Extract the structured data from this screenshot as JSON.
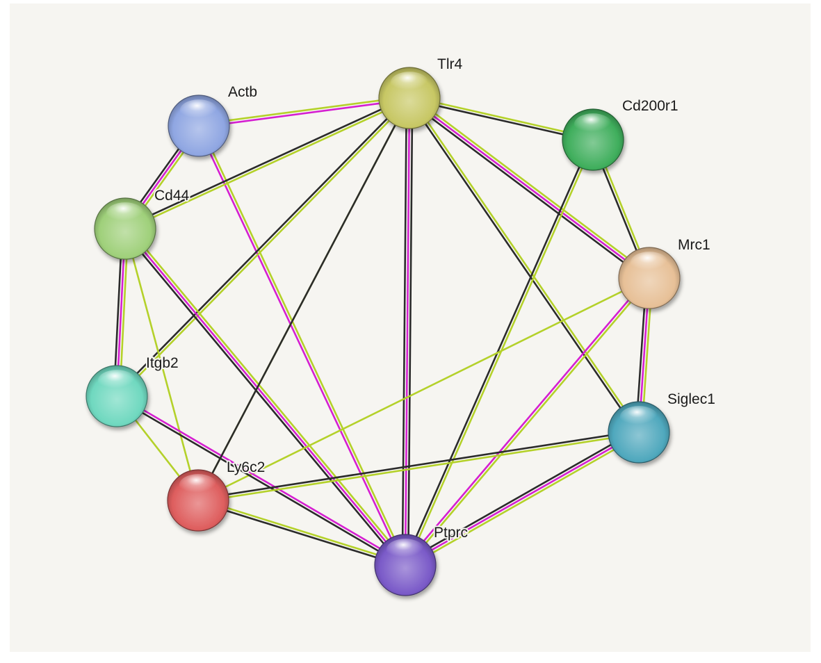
{
  "network": {
    "nodes": [
      {
        "id": "actb",
        "label": "Actb",
        "color": "#8fa6e2"
      },
      {
        "id": "tlr4",
        "label": "Tlr4",
        "color": "#c7c764"
      },
      {
        "id": "cd200r1",
        "label": "Cd200r1",
        "color": "#3fae5c"
      },
      {
        "id": "cd44",
        "label": "Cd44",
        "color": "#9fd07a"
      },
      {
        "id": "mrc1",
        "label": "Mrc1",
        "color": "#e7c097"
      },
      {
        "id": "itgb2",
        "label": "Itgb2",
        "color": "#6fd8bf"
      },
      {
        "id": "siglec1",
        "label": "Siglec1",
        "color": "#4fa8bd"
      },
      {
        "id": "ly6c2",
        "label": "Ly6c2",
        "color": "#de5e5e"
      },
      {
        "id": "ptprc",
        "label": "Ptprc",
        "color": "#7a5ac8"
      }
    ],
    "edges": [
      {
        "source": "actb",
        "target": "tlr4",
        "types": [
          "lime",
          "magenta"
        ]
      },
      {
        "source": "actb",
        "target": "cd44",
        "types": [
          "lime",
          "magenta",
          "black"
        ]
      },
      {
        "source": "actb",
        "target": "ptprc",
        "types": [
          "lime",
          "magenta"
        ]
      },
      {
        "source": "tlr4",
        "target": "cd200r1",
        "types": [
          "lime",
          "black"
        ]
      },
      {
        "source": "tlr4",
        "target": "cd44",
        "types": [
          "lime",
          "black"
        ]
      },
      {
        "source": "tlr4",
        "target": "mrc1",
        "types": [
          "lime",
          "magenta",
          "black"
        ]
      },
      {
        "source": "tlr4",
        "target": "itgb2",
        "types": [
          "lime",
          "black"
        ]
      },
      {
        "source": "tlr4",
        "target": "siglec1",
        "types": [
          "lime",
          "black"
        ]
      },
      {
        "source": "tlr4",
        "target": "ly6c2",
        "types": [
          "lime"
        ]
      },
      {
        "source": "tlr4",
        "target": "ptprc",
        "types": [
          "black",
          "magenta",
          "black"
        ]
      },
      {
        "source": "cd200r1",
        "target": "mrc1",
        "types": [
          "lime",
          "black"
        ]
      },
      {
        "source": "cd200r1",
        "target": "ptprc",
        "types": [
          "lime",
          "black"
        ]
      },
      {
        "source": "cd44",
        "target": "itgb2",
        "types": [
          "lime",
          "magenta",
          "black"
        ]
      },
      {
        "source": "cd44",
        "target": "ly6c2",
        "types": [
          "lime"
        ]
      },
      {
        "source": "cd44",
        "target": "ptprc",
        "types": [
          "lime",
          "magenta",
          "black"
        ]
      },
      {
        "source": "mrc1",
        "target": "siglec1",
        "types": [
          "lime",
          "magenta",
          "black"
        ]
      },
      {
        "source": "mrc1",
        "target": "ly6c2",
        "types": [
          "lime"
        ]
      },
      {
        "source": "mrc1",
        "target": "ptprc",
        "types": [
          "lime",
          "magenta"
        ]
      },
      {
        "source": "itgb2",
        "target": "ly6c2",
        "types": [
          "lime"
        ]
      },
      {
        "source": "itgb2",
        "target": "ptprc",
        "types": [
          "magenta",
          "black"
        ]
      },
      {
        "source": "siglec1",
        "target": "ly6c2",
        "types": [
          "lime",
          "black"
        ]
      },
      {
        "source": "siglec1",
        "target": "ptprc",
        "types": [
          "lime",
          "magenta",
          "black"
        ]
      },
      {
        "source": "ly6c2",
        "target": "ptprc",
        "types": [
          "lime",
          "black"
        ]
      },
      {
        "source": "ly6c2",
        "target": "tlr4",
        "types": [
          "black"
        ]
      }
    ]
  },
  "edge_colors": {
    "lime": "#b4d12a",
    "magenta": "#d51fd1",
    "black": "#2b2b2b"
  }
}
